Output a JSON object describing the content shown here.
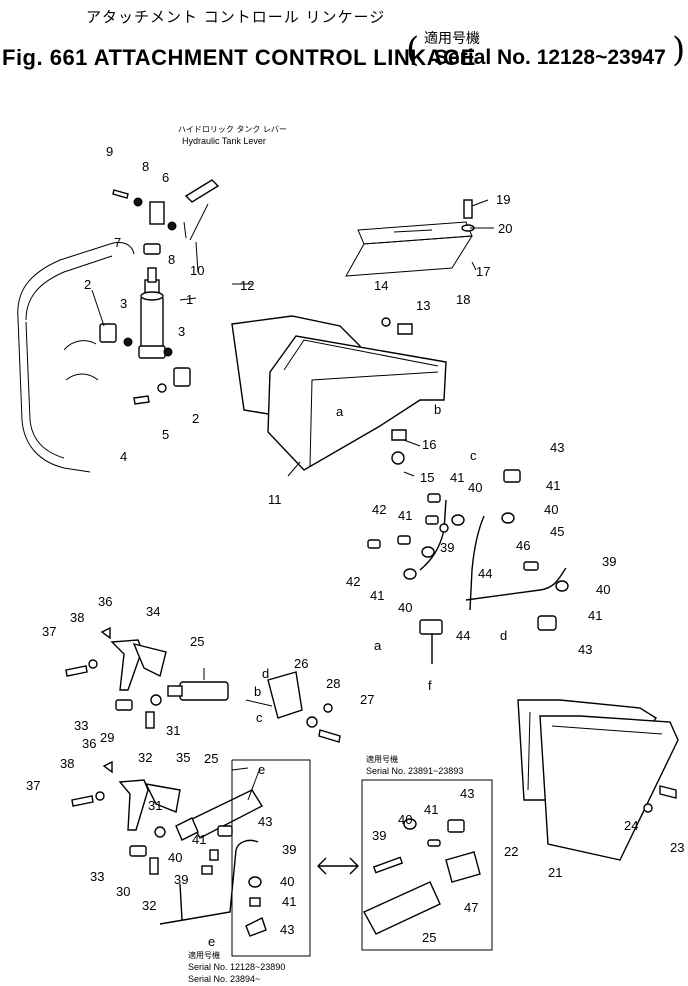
{
  "header": {
    "title_jp": "アタッチメント コントロール リンケージ",
    "title_en": "Fig. 661 ATTACHMENT CONTROL LINKAGE",
    "serial_jp": "適用号機",
    "serial_en": "Serial No. 12128~23947"
  },
  "annotations": {
    "tank_lever_jp": "ハイドロリック タンク レバー",
    "tank_lever_en": "Hydraulic Tank Lever",
    "box_a_jp": "適用号機",
    "box_a_en": "Serial No. 23891~23893",
    "box_b_jp": "適用号機",
    "box_b_line1": "Serial No. 12128~23890",
    "box_b_line2": "Serial No. 23894~"
  },
  "callouts": {
    "n1": "1",
    "n2a": "2",
    "n2b": "2",
    "n3a": "3",
    "n3b": "3",
    "n4": "4",
    "n5": "5",
    "n6": "6",
    "n7": "7",
    "n8a": "8",
    "n8b": "8",
    "n9": "9",
    "n10": "10",
    "n11": "11",
    "n12": "12",
    "n13": "13",
    "n14": "14",
    "n15": "15",
    "n16": "16",
    "n17": "17",
    "n18": "18",
    "n19": "19",
    "n20": "20",
    "n21": "21",
    "n22": "22",
    "n23": "23",
    "n24": "24",
    "n25a": "25",
    "n25b": "25",
    "n25c": "25",
    "n26": "26",
    "n27": "27",
    "n28": "28",
    "n29": "29",
    "n30": "30",
    "n31a": "31",
    "n31b": "31",
    "n32a": "32",
    "n32b": "32",
    "n33a": "33",
    "n33b": "33",
    "n34": "34",
    "n35": "35",
    "n36a": "36",
    "n36b": "36",
    "n37a": "37",
    "n37b": "37",
    "n38a": "38",
    "n38b": "38",
    "n39a": "39",
    "n39b": "39",
    "n39c": "39",
    "n39d": "39",
    "n39e": "39",
    "n40a": "40",
    "n40b": "40",
    "n40c": "40",
    "n40d": "40",
    "n40e": "40",
    "n40f": "40",
    "n40g": "40",
    "n41a": "41",
    "n41b": "41",
    "n41c": "41",
    "n41d": "41",
    "n41e": "41",
    "n41f": "41",
    "n41g": "41",
    "n41h": "41",
    "n42a": "42",
    "n42b": "42",
    "n43a": "43",
    "n43b": "43",
    "n43c": "43",
    "n43d": "43",
    "n43e": "43",
    "n44a": "44",
    "n44b": "44",
    "n45": "45",
    "n46": "46",
    "n47": "47",
    "la1": "a",
    "la2": "a",
    "lb1": "b",
    "lb2": "b",
    "lc1": "c",
    "lc2": "c",
    "ld1": "d",
    "ld2": "d",
    "le1": "e",
    "le2": "e",
    "lf": "f"
  }
}
